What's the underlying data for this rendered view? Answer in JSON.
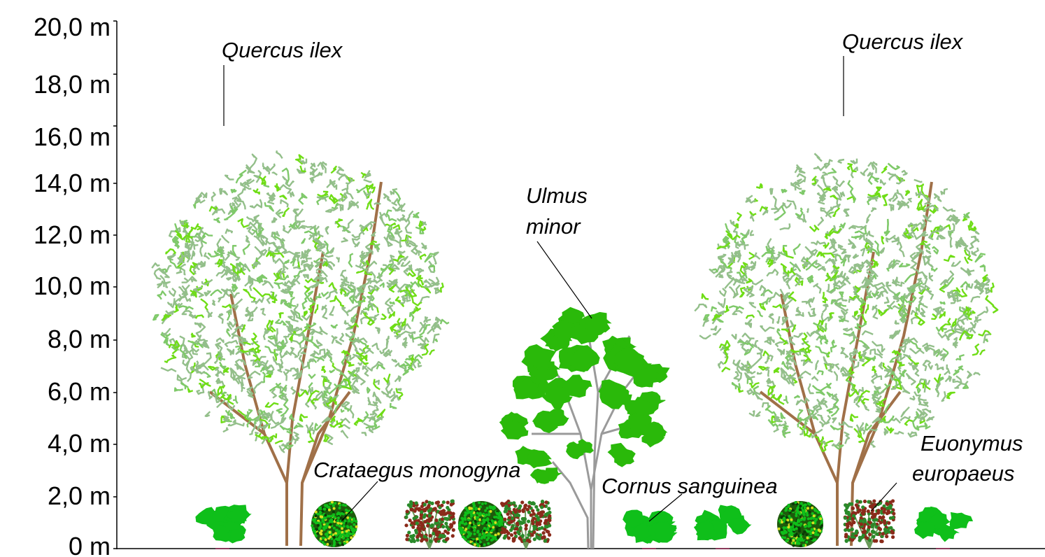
{
  "axis": {
    "ticks": [
      "0 m",
      "2,0 m",
      "4,0 m",
      "6,0 m",
      "8,0 m",
      "10,0 m",
      "12,0 m",
      "14,0 m",
      "16,0 m",
      "18,0 m",
      "20,0 m"
    ]
  },
  "species": {
    "quercus_left": "Quercus ilex",
    "quercus_right": "Quercus ilex",
    "ulmus_line1": "Ulmus",
    "ulmus_line2": "minor",
    "crataegus": "Crataegus monogyna",
    "cornus": "Cornus sanguinea",
    "euonymus_line1": "Euonymus",
    "euonymus_line2": "europaeus"
  },
  "colors": {
    "foliage_light": "#6fdd16",
    "foliage_grey": "#93bf8a",
    "ulmus_leaf": "#2ab90a",
    "shrub_green": "#0fbf1a",
    "crataegus_dark": "#1e5a0c",
    "euonymus_red": "#8a2a1a",
    "trunk": "#a07048",
    "ulmus_trunk": "#9a9a9a"
  }
}
